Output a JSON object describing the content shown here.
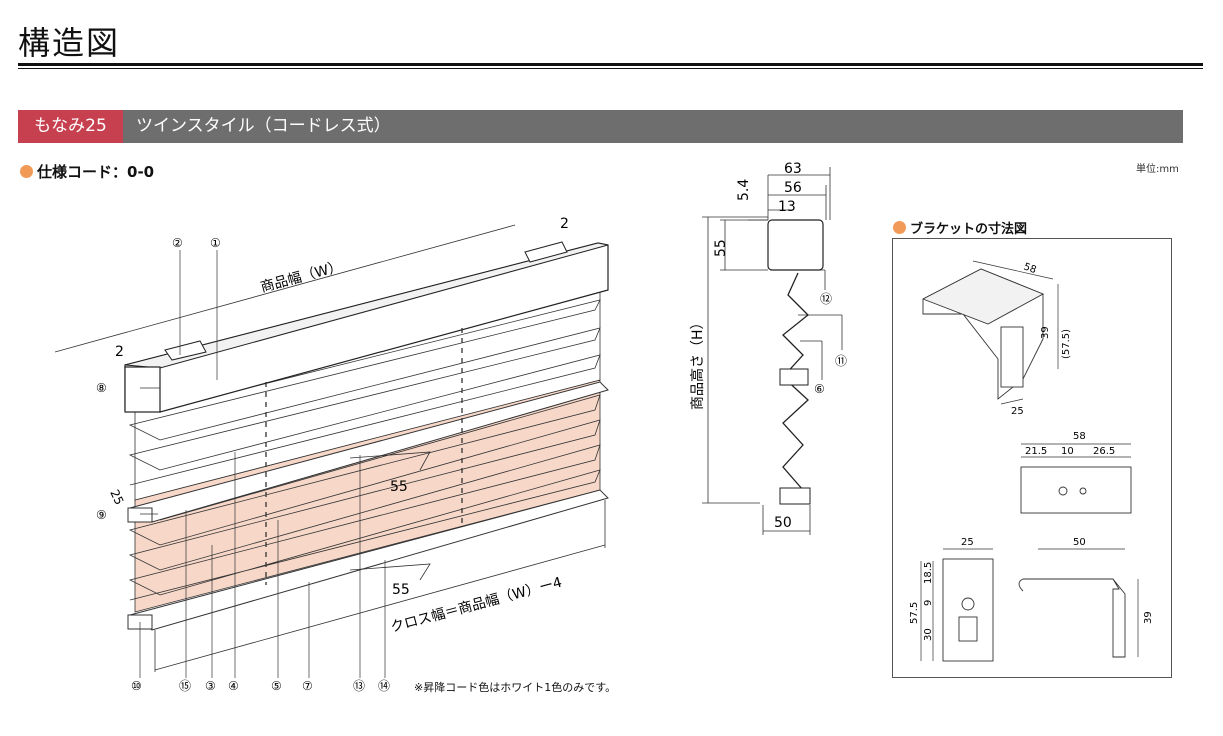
{
  "page": {
    "title": "構造図"
  },
  "banner": {
    "series": "もなみ25",
    "style": "ツインスタイル（コードレス式）"
  },
  "spec": {
    "label": "仕様コード：0-0"
  },
  "unit": "単位:mm",
  "note": "※昇降コード色はホワイト1色のみです。",
  "diagram": {
    "width_label": "商品幅（W）",
    "cloth_width_label": "クロス幅＝商品幅（W）ー4",
    "dim_2": "2",
    "dim_25": "25",
    "dim_55": "55",
    "part_numbers": [
      "①",
      "②",
      "③",
      "④",
      "⑤",
      "⑥",
      "⑦",
      "⑧",
      "⑨",
      "⑩",
      "⑪",
      "⑫",
      "⑬",
      "⑭",
      "⑮"
    ]
  },
  "side_view": {
    "height_label": "商品高さ（H）",
    "dim_63": "63",
    "dim_56": "56",
    "dim_5_4": "5.4",
    "dim_13": "13",
    "dim_55": "55",
    "dim_50": "50"
  },
  "bracket": {
    "title": "ブラケットの寸法図",
    "iso": {
      "d58": "58",
      "d39": "39",
      "d57_5": "(57.5)",
      "d25": "25"
    },
    "top": {
      "d58": "58",
      "d21_5": "21.5",
      "d10": "10",
      "d26_5": "26.5"
    },
    "front": {
      "d25": "25",
      "d57_5": "57.5",
      "d18_5": "18.5",
      "d9": "9",
      "d30": "30"
    },
    "side": {
      "d50": "50",
      "d39": "39"
    }
  },
  "colors": {
    "banner_accent": "#c7404f",
    "banner_bg": "#6e6e6e",
    "bullet": "#f19a58",
    "pleat": "#f6d7c8"
  }
}
